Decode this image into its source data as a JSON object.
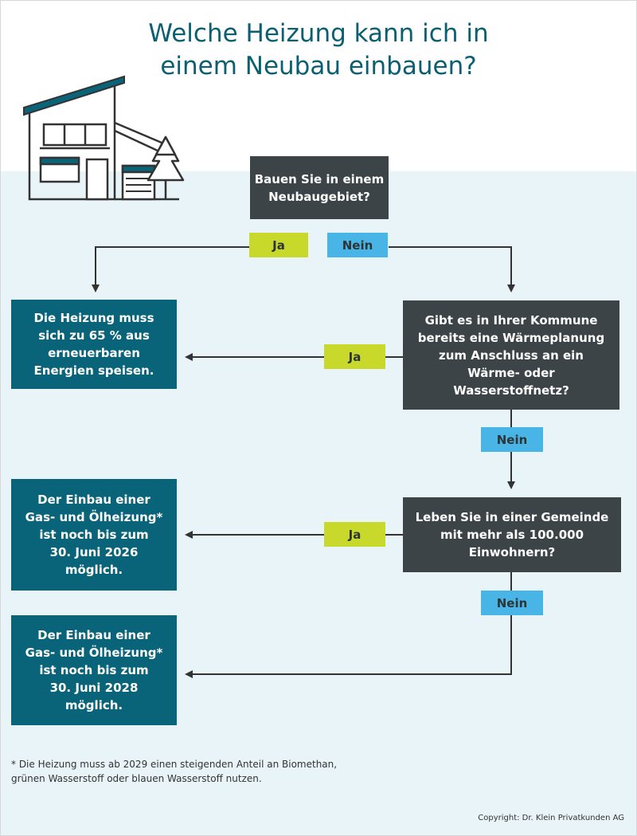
{
  "title": {
    "line1": "Welche Heizung kann ich in",
    "line2": "einem Neubau einbauen?"
  },
  "questions": {
    "q1": [
      "Bauen Sie in einem",
      "Neubaugebiet?"
    ],
    "q2": [
      "Gibt es in Ihrer Kommune",
      "bereits eine Wärmeplanung",
      "zum Anschluss an ein",
      "Wärme- oder",
      "Wasserstoffnetz?"
    ],
    "q3": [
      "Leben Sie in einer Gemeinde",
      "mit mehr als 100.000",
      "Einwohnern?"
    ]
  },
  "results": {
    "r1": [
      "Die Heizung muss",
      "sich zu 65 % aus",
      "erneuerbaren",
      "Energien speisen."
    ],
    "r2": [
      "Der Einbau einer",
      "Gas- und Ölheizung*",
      "ist noch bis zum",
      "30. Juni 2026",
      "möglich."
    ],
    "r3": [
      "Der Einbau einer",
      "Gas- und Ölheizung*",
      "ist noch bis zum",
      "30. Juni 2028",
      "möglich."
    ]
  },
  "labels": {
    "ja": "Ja",
    "nein": "Nein"
  },
  "footnote": {
    "line1": "* Die Heizung muss ab 2029 einen steigenden Anteil an Biomethan,",
    "line2": "grünen Wasserstoff oder blauen Wasserstoff nutzen."
  },
  "copyright": "Copyright: Dr. Klein Privatkunden AG",
  "colors": {
    "question_box": "#3d4447",
    "result_box": "#0a6479",
    "ja_label": "#c8d92b",
    "nein_label": "#48b5e6",
    "title": "#0b5f72",
    "background": "#e8f4f8"
  },
  "icons": [
    "house-illustration"
  ]
}
